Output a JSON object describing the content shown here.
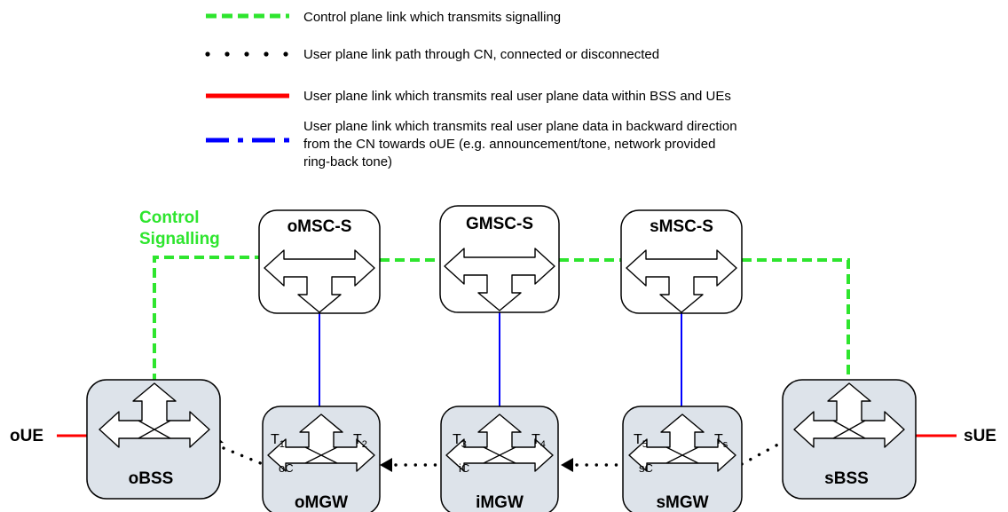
{
  "legend": [
    {
      "style": "green-dash",
      "color": "#2ee52e",
      "text": "Control plane link which transmits signalling"
    },
    {
      "style": "black-dots",
      "color": "#000000",
      "text": "User plane link path through CN, connected or disconnected"
    },
    {
      "style": "red-solid",
      "color": "#ff0000",
      "text": "User plane link which transmits real user plane data within BSS and UEs"
    },
    {
      "style": "blue-dashdot",
      "color": "#0000ff",
      "lines": [
        "User plane link which transmits real user plane data in backward direction",
        "from the CN towards oUE (e.g. announcement/tone, network provided",
        "ring-back tone)"
      ]
    }
  ],
  "signalling_label": [
    "Control",
    "Signalling"
  ],
  "msc_nodes": [
    {
      "id": "omsc",
      "label": "oMSC-S"
    },
    {
      "id": "gmsc",
      "label": "GMSC-S"
    },
    {
      "id": "smsc",
      "label": "sMSC-S"
    }
  ],
  "bss_nodes": [
    {
      "id": "obss",
      "label": "oBSS"
    },
    {
      "id": "sbss",
      "label": "sBSS"
    }
  ],
  "mgw_nodes": [
    {
      "id": "omgw",
      "label": "oMGW",
      "t_left": "T",
      "t_left_sub": "1",
      "t_right": "T",
      "t_right_sub": "2",
      "context": "oC"
    },
    {
      "id": "imgw",
      "label": "iMGW",
      "t_left": "T",
      "t_left_sub": "3",
      "t_right": "T",
      "t_right_sub": "4",
      "context": "iC"
    },
    {
      "id": "smgw",
      "label": "sMGW",
      "t_left": "T",
      "t_left_sub": "5",
      "t_right": "T",
      "t_right_sub": "s",
      "context": "sC"
    }
  ],
  "endpoints": {
    "left": "oUE",
    "right": "sUE"
  },
  "colors": {
    "signalling": "#2ee52e",
    "user_plane_core": "#000000",
    "user_plane_access": "#ff0000",
    "mgw_control": "#0000ff",
    "node_fill": "#dde3ea"
  }
}
